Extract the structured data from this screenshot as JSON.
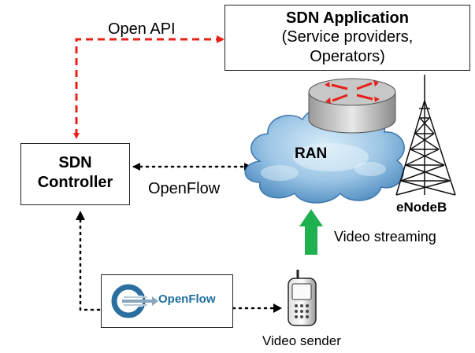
{
  "sdn_application": {
    "title": "SDN Application",
    "line1": "(Service providers,",
    "line2": "Operators)"
  },
  "sdn_controller": {
    "line1": "SDN",
    "line2": "Controller"
  },
  "labels": {
    "open_api": "Open API",
    "openflow": "OpenFlow",
    "ran": "RAN",
    "enodeb": "eNodeB",
    "video_streaming": "Video streaming",
    "video_sender": "Video sender"
  },
  "openflow_logo": {
    "text": "OpenFlow"
  },
  "colors": {
    "open_api_arrow": "#e8201a",
    "streaming_arrow": "#1fb04f",
    "router_arrows": "#e8201a",
    "cloud": "#9dc6e6"
  },
  "icons": [
    "router-icon",
    "cloud-icon",
    "tower-icon",
    "phone-icon",
    "openflow-logo-icon"
  ]
}
